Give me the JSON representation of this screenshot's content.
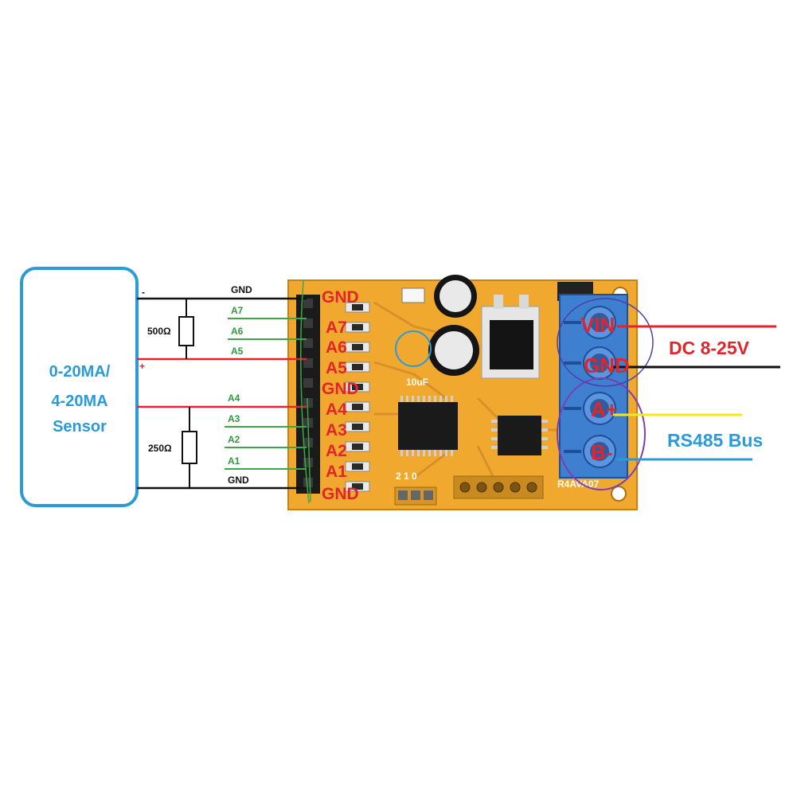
{
  "sensor": {
    "line1": "0-20MA/",
    "line2": "4-20MA",
    "line3": "Sensor",
    "minus_mark": "-",
    "plus_mark": "+"
  },
  "wiring": {
    "gnd_top": "GND",
    "gnd_bottom": "GND",
    "channels_group1": [
      "A7",
      "A6",
      "A5"
    ],
    "channels_group2": [
      "A4",
      "A3",
      "A2",
      "A1"
    ],
    "resistor_top": "500Ω",
    "resistor_bottom": "250Ω"
  },
  "board": {
    "header_pins": [
      "GND",
      "A7",
      "A6",
      "A5",
      "GND",
      "A4",
      "A3",
      "A2",
      "A1",
      "GND"
    ],
    "cap_label": "10uF",
    "jumper_label": "2 1 0",
    "ic_label": "R4AVA07"
  },
  "terminals": {
    "vin": "VIN",
    "gnd": "GND",
    "a_plus": "A+",
    "b_minus": "B-"
  },
  "power": {
    "label": "DC 8-25V"
  },
  "bus": {
    "label": "RS485 Bus"
  },
  "colors": {
    "pcb": "#f0a92e",
    "pcb_edge": "#c97f10",
    "sensor_border": "#2b9bd8",
    "sensor_text": "#2b9bd8",
    "red_text": "#e0262c",
    "green_text": "#2e9a3e",
    "blue_terminal": "#3f7fcf",
    "wire_red": "#e0262c",
    "wire_black": "#111111",
    "wire_yellow": "#f2e81a",
    "wire_blue": "#2b9bd8",
    "wire_green": "#3aa845"
  }
}
